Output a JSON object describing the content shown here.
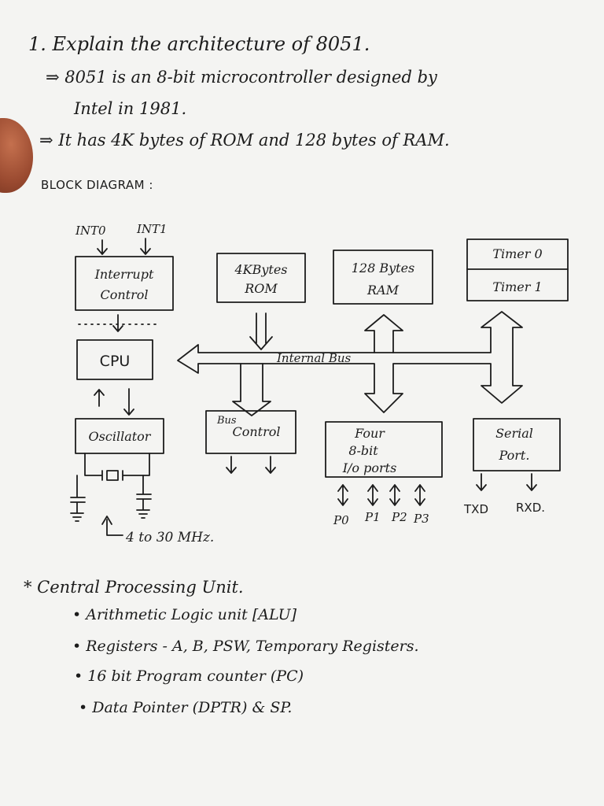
{
  "question": {
    "title": "1. Explain the architecture of 8051.",
    "points": [
      "⇒ 8051 is an 8-bit microcontroller designed by",
      "Intel in 1981.",
      "⇒ It has 4K bytes of ROM and 128 bytes of RAM."
    ]
  },
  "diagram": {
    "heading": "BLOCK DIAGRAM :",
    "interrupt_inputs": [
      "INT0",
      "INT1"
    ],
    "interrupt_control": [
      "Interrupt",
      "Control"
    ],
    "rom": [
      "4KBytes",
      "ROM"
    ],
    "ram": [
      "128 Bytes",
      "RAM"
    ],
    "timer0": "Timer 0",
    "timer1": "Timer 1",
    "cpu": "CPU",
    "internal_bus": "Internal Bus",
    "oscillator": "Oscillator",
    "bus_control": [
      "Bus",
      "Control"
    ],
    "io_ports": [
      "Four",
      "8-bit",
      "I/o ports"
    ],
    "serial_port": [
      "Serial",
      "Port."
    ],
    "port_labels": [
      "P0",
      "P1",
      "P2",
      "P3"
    ],
    "serial_labels": [
      "TXD",
      "RXD."
    ],
    "crystal_note": "4 to 30 MHz."
  },
  "cpu_section": {
    "heading": "* Central Processing Unit.",
    "items": [
      "• Arithmetic Logic unit [ALU]",
      "• Registers - A, B, PSW, Temporary Registers.",
      "• 16 bit Program counter (PC)",
      "• Data Pointer (DPTR) & SP."
    ]
  }
}
